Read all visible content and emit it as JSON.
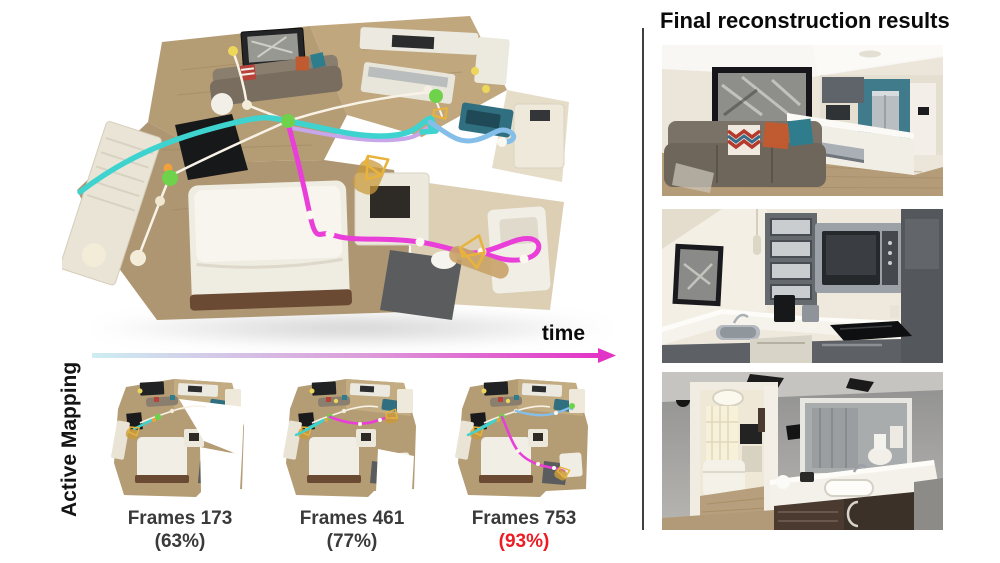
{
  "results_panel": {
    "title": "Final reconstruction results"
  },
  "timeline": {
    "time_label": "time",
    "axis_label": "Active Mapping",
    "gradient_start_color": "#cdeef2",
    "gradient_mid_color": "#dd9ada",
    "gradient_end_color": "#e234c6"
  },
  "snapshots": [
    {
      "frames": "Frames 173",
      "coverage": "(63%)",
      "coverage_style": "color:#3a3a3a"
    },
    {
      "frames": "Frames 461",
      "coverage": "(77%)",
      "coverage_style": "color:#3a3a3a"
    },
    {
      "frames": "Frames 753",
      "coverage": "(93%)",
      "coverage_style": "color:#ed1c24"
    }
  ],
  "colors": {
    "trajectory_cyan": "#3ed3cf",
    "trajectory_blue": "#85bfe9",
    "trajectory_lavender": "#c7a6ea",
    "trajectory_magenta": "#ea3ed8",
    "trajectory_white": "#f8f3e6",
    "node_green": "#6fd24b",
    "node_yellow": "#ecd75a",
    "node_orange": "#f2a13d",
    "node_cream": "#f2ecd8",
    "camera_frustum": "#e8b33c",
    "highlight_red": "#ed1c24"
  }
}
